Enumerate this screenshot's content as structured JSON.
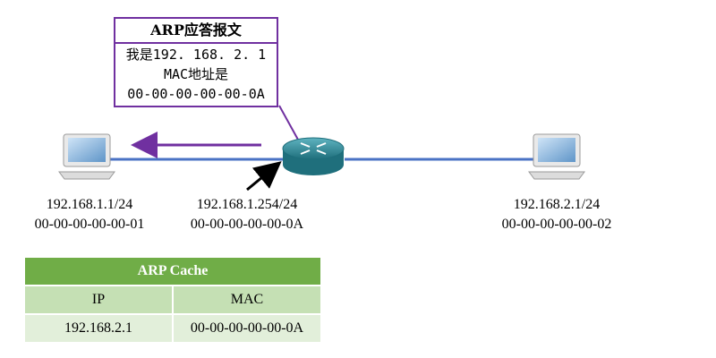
{
  "callout": {
    "title": "ARP应答报文",
    "lines": [
      "我是192. 168. 2. 1",
      "MAC地址是",
      "00-00-00-00-00-0A"
    ]
  },
  "hosts": {
    "left": {
      "ip": "192.168.1.1/24",
      "mac": "00-00-00-00-00-01"
    },
    "router": {
      "ip": "192.168.1.254/24",
      "mac": "00-00-00-00-00-0A"
    },
    "right": {
      "ip": "192.168.2.1/24",
      "mac": "00-00-00-00-00-02"
    }
  },
  "arp_cache": {
    "title": "ARP Cache",
    "headers": [
      "IP",
      "MAC"
    ],
    "rows": [
      {
        "ip": "192.168.2.1",
        "mac": "00-00-00-00-00-0A"
      }
    ]
  },
  "colors": {
    "link": "#4a72c4",
    "callout_border": "#7030a0",
    "reply_arrow": "#7030a0",
    "table_title": "#70ad47",
    "table_header": "#c5e0b4",
    "table_row": "#e2efda",
    "router": "#2e8b9a"
  },
  "icons": [
    "pc-icon",
    "router-icon",
    "arrow-icon"
  ]
}
